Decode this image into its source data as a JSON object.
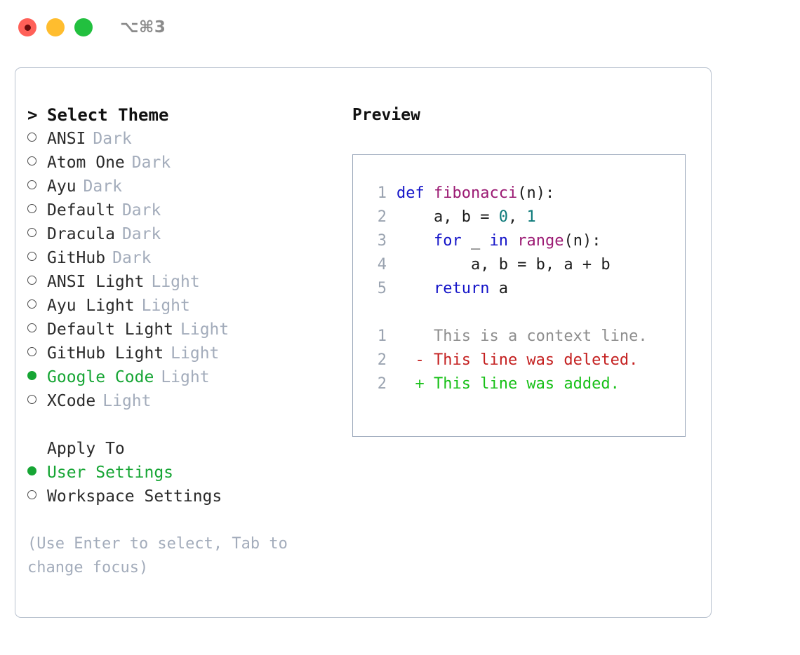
{
  "titlebar": {
    "shortcut": "⌥⌘3",
    "lights": [
      {
        "name": "close",
        "color": "#ff6058"
      },
      {
        "name": "minimize",
        "color": "#ffbd2e"
      },
      {
        "name": "zoom",
        "color": "#22c03f"
      }
    ]
  },
  "theme_picker": {
    "caret": ">",
    "title": "Select Theme",
    "bullet_unselected": "o",
    "bullet_selected": "●",
    "items": [
      {
        "label": "ANSI",
        "badge": "Dark",
        "selected": false
      },
      {
        "label": "Atom One",
        "badge": "Dark",
        "selected": false
      },
      {
        "label": "Ayu",
        "badge": "Dark",
        "selected": false
      },
      {
        "label": "Default",
        "badge": "Dark",
        "selected": false
      },
      {
        "label": "Dracula",
        "badge": "Dark",
        "selected": false
      },
      {
        "label": "GitHub",
        "badge": "Dark",
        "selected": false
      },
      {
        "label": "ANSI Light",
        "badge": "Light",
        "selected": false
      },
      {
        "label": "Ayu Light",
        "badge": "Light",
        "selected": false
      },
      {
        "label": "Default Light",
        "badge": "Light",
        "selected": false
      },
      {
        "label": "GitHub Light",
        "badge": "Light",
        "selected": false
      },
      {
        "label": "Google Code",
        "badge": "Light",
        "selected": true
      },
      {
        "label": "XCode",
        "badge": "Light",
        "selected": false
      }
    ]
  },
  "apply_to": {
    "title": "Apply To",
    "items": [
      {
        "label": "User Settings",
        "selected": true
      },
      {
        "label": "Workspace Settings",
        "selected": false
      }
    ]
  },
  "hint": "(Use Enter to select, Tab to change focus)",
  "preview": {
    "title": "Preview",
    "code_lines": [
      {
        "no": "1",
        "tokens": [
          {
            "t": "def ",
            "c": "kw"
          },
          {
            "t": "fibonacci",
            "c": "fn"
          },
          {
            "t": "(n):",
            "c": "plain"
          }
        ]
      },
      {
        "no": "2",
        "tokens": [
          {
            "t": "    a, b = ",
            "c": "plain"
          },
          {
            "t": "0",
            "c": "num"
          },
          {
            "t": ", ",
            "c": "plain"
          },
          {
            "t": "1",
            "c": "num"
          }
        ]
      },
      {
        "no": "3",
        "tokens": [
          {
            "t": "    ",
            "c": "plain"
          },
          {
            "t": "for",
            "c": "kw"
          },
          {
            "t": " _ ",
            "c": "plain"
          },
          {
            "t": "in",
            "c": "kw"
          },
          {
            "t": " ",
            "c": "plain"
          },
          {
            "t": "range",
            "c": "fn"
          },
          {
            "t": "(n):",
            "c": "plain"
          }
        ]
      },
      {
        "no": "4",
        "tokens": [
          {
            "t": "        a, b = b, a + b",
            "c": "plain"
          }
        ]
      },
      {
        "no": "5",
        "tokens": [
          {
            "t": "    ",
            "c": "plain"
          },
          {
            "t": "return",
            "c": "kw"
          },
          {
            "t": " a",
            "c": "plain"
          }
        ]
      }
    ],
    "diff_lines": [
      {
        "no": "1",
        "marker": " ",
        "text": "This is a context line.",
        "kind": "ctx"
      },
      {
        "no": "2",
        "marker": "-",
        "text": "This line was deleted.",
        "kind": "del"
      },
      {
        "no": "2",
        "marker": "+",
        "text": "This line was added.",
        "kind": "add"
      }
    ]
  },
  "colors": {
    "accent_green": "#16a534",
    "badge_gray": "#a3acbb",
    "keyword_blue": "#1414c8",
    "function_magenta": "#9b1a73",
    "number_teal": "#0d7a7a",
    "diff_delete_red": "#c42020",
    "diff_add_green": "#17c017",
    "panel_border": "#b9c2cf",
    "preview_border": "#9fabbd"
  }
}
